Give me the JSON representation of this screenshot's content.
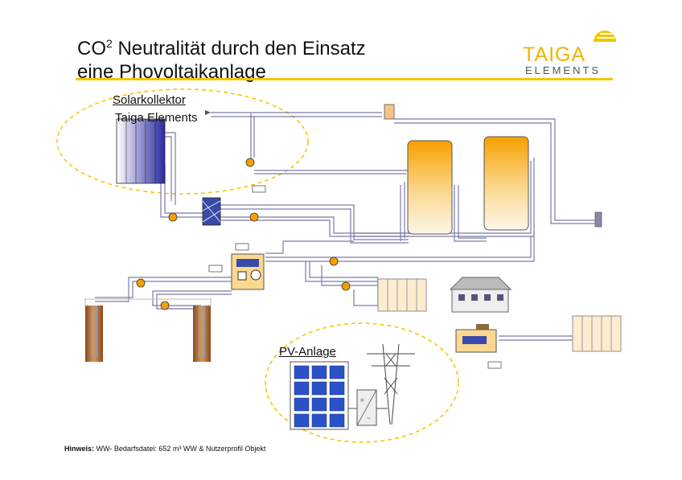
{
  "header": {
    "title_line1_a": "CO",
    "title_sup": "2",
    "title_line1_b": " Neutralität durch den Einsatz",
    "title_line2": "eine Phovoltaikanlage"
  },
  "logo": {
    "name": "TAIGA",
    "sub": "ELEMENTS"
  },
  "labels": {
    "solar_title": "Solarkollektor",
    "solar_sub": "Taiga Elements",
    "pv_title": "PV-Anlage"
  },
  "footer": {
    "note_label": "Hinweis:",
    "note_text": " WW- Bedarfsdatei: 652 m³ WW & Nutzerprofil Objekt"
  },
  "colors": {
    "accent": "#f5c400",
    "pipe": "#8888bb",
    "tank_top": "#f7a400",
    "panel": "#2a3a8c"
  }
}
